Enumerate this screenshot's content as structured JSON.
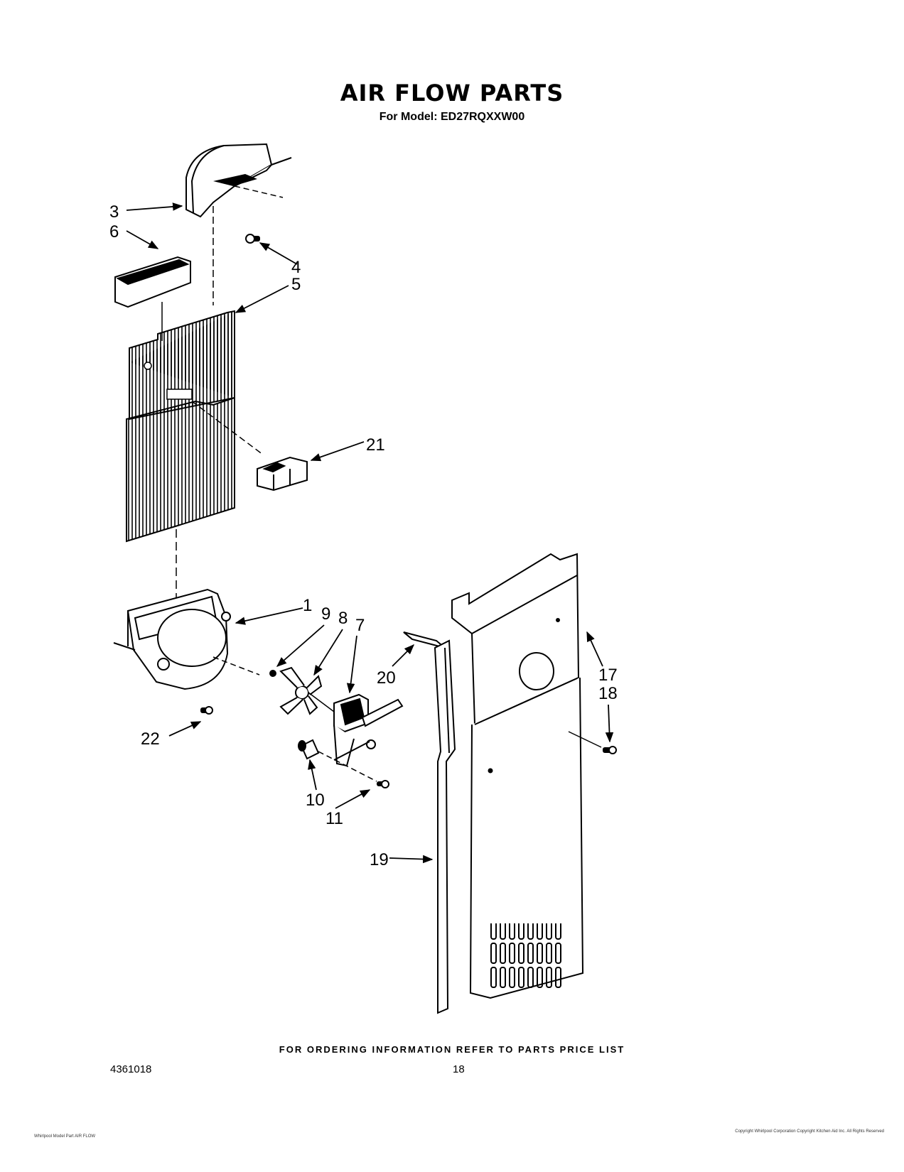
{
  "header": {
    "title": "AIR FLOW PARTS",
    "model_line": "For Model: ED27RQXXW00"
  },
  "callouts": [
    {
      "id": "1",
      "label": "1"
    },
    {
      "id": "3",
      "label": "3"
    },
    {
      "id": "4",
      "label": "4"
    },
    {
      "id": "5",
      "label": "5"
    },
    {
      "id": "6",
      "label": "6"
    },
    {
      "id": "7",
      "label": "7"
    },
    {
      "id": "8",
      "label": "8"
    },
    {
      "id": "9",
      "label": "9"
    },
    {
      "id": "10",
      "label": "10"
    },
    {
      "id": "11",
      "label": "11"
    },
    {
      "id": "17",
      "label": "17"
    },
    {
      "id": "18",
      "label": "18"
    },
    {
      "id": "19",
      "label": "19"
    },
    {
      "id": "20",
      "label": "20"
    },
    {
      "id": "21",
      "label": "21"
    },
    {
      "id": "22",
      "label": "22"
    }
  ],
  "footer": {
    "ordering_note": "FOR ORDERING INFORMATION REFER TO PARTS PRICE LIST",
    "document_number": "4361018",
    "page_number": "18",
    "fine_print_left": "Whirlpool Model Part\nAIR FLOW",
    "fine_print_right": "Copyright Whirlpool Corporation\nCopyright Kitchen Aid Inc. All Rights Reserved"
  },
  "colors": {
    "ink": "#000000",
    "paper": "#ffffff"
  }
}
